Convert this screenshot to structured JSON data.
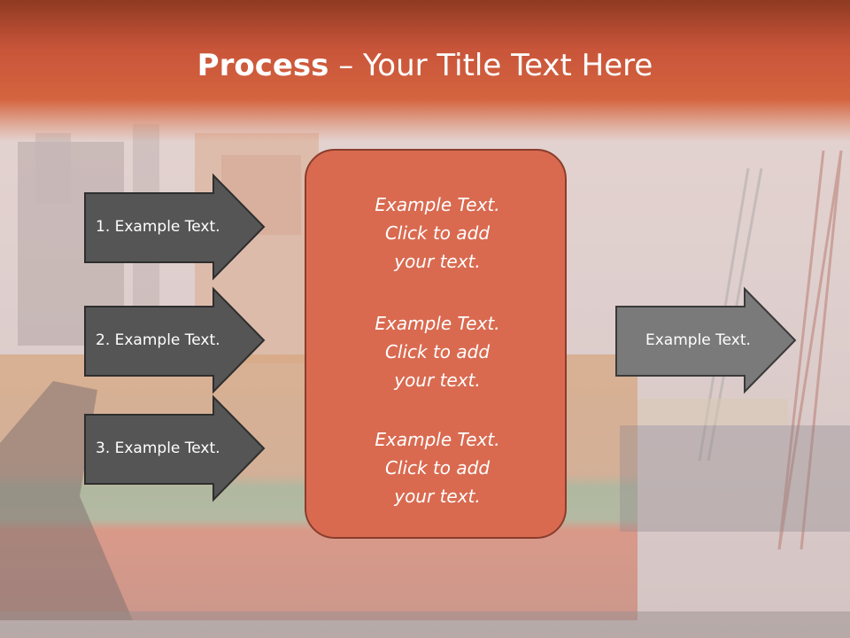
{
  "title": {
    "bold": "Process",
    "dash": "–",
    "rest": "Your Title Text Here"
  },
  "inputs": [
    {
      "label": "1. Example Text."
    },
    {
      "label": "2. Example Text."
    },
    {
      "label": "3. Example Text."
    }
  ],
  "center_blocks": [
    {
      "line1": "Example Text.",
      "line2": "Click  to add",
      "line3": "your text."
    },
    {
      "line1": "Example Text.",
      "line2": "Click  to add",
      "line3": "your text."
    },
    {
      "line1": "Example Text.",
      "line2": "Click  to add",
      "line3": "your text."
    }
  ],
  "output": {
    "label": "Example Text."
  },
  "colors": {
    "title_band": "#c9553a",
    "center_box": "#d96a50",
    "center_border": "#8a3d2c",
    "input_arrow": "#555555",
    "output_arrow": "#7a7a7a",
    "text": "#ffffff"
  }
}
